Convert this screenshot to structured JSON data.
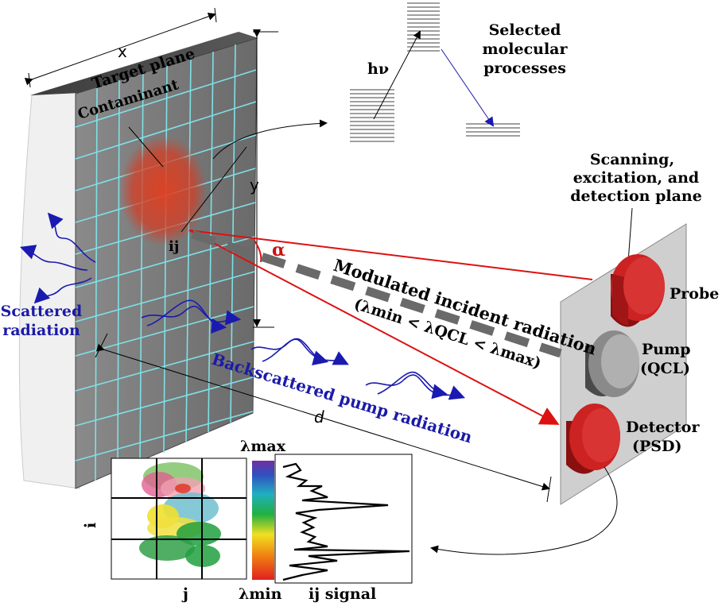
{
  "labels": {
    "x_dim": "x",
    "y_dim": "y",
    "d_dim": "d",
    "target_plane": "Target plane",
    "contaminant": "Contaminant",
    "ij": "ij",
    "alpha": "α",
    "h_nu": "hν",
    "selected_1": "Selected",
    "selected_2": "molecular",
    "selected_3": "processes",
    "scan_1": "Scanning,",
    "scan_2": "excitation, and",
    "scan_3": "detection plane",
    "probe": "Probe",
    "pump_1": "Pump",
    "pump_2": "(QCL)",
    "detector_1": "Detector",
    "detector_2": "(PSD)",
    "modulated": "Modulated incident radiation",
    "lambda_expr": "(λmin < λQCL < λmax)",
    "scattered_1": "Scattered",
    "scattered_2": "radiation",
    "backscattered": "Backscattered pump radiation",
    "lambda_max": "λmax",
    "lambda_min": "λmin",
    "axis_i": "i",
    "axis_j": "j",
    "ij_signal": "ij signal"
  },
  "colors": {
    "grid_line": "#7fe0e6",
    "plane_face": "#7a7a7a",
    "laser_red": "#dd1111",
    "wave_blue": "#1a1ab0",
    "device_red": "#cc2222",
    "device_gray": "#8a8a8a"
  }
}
